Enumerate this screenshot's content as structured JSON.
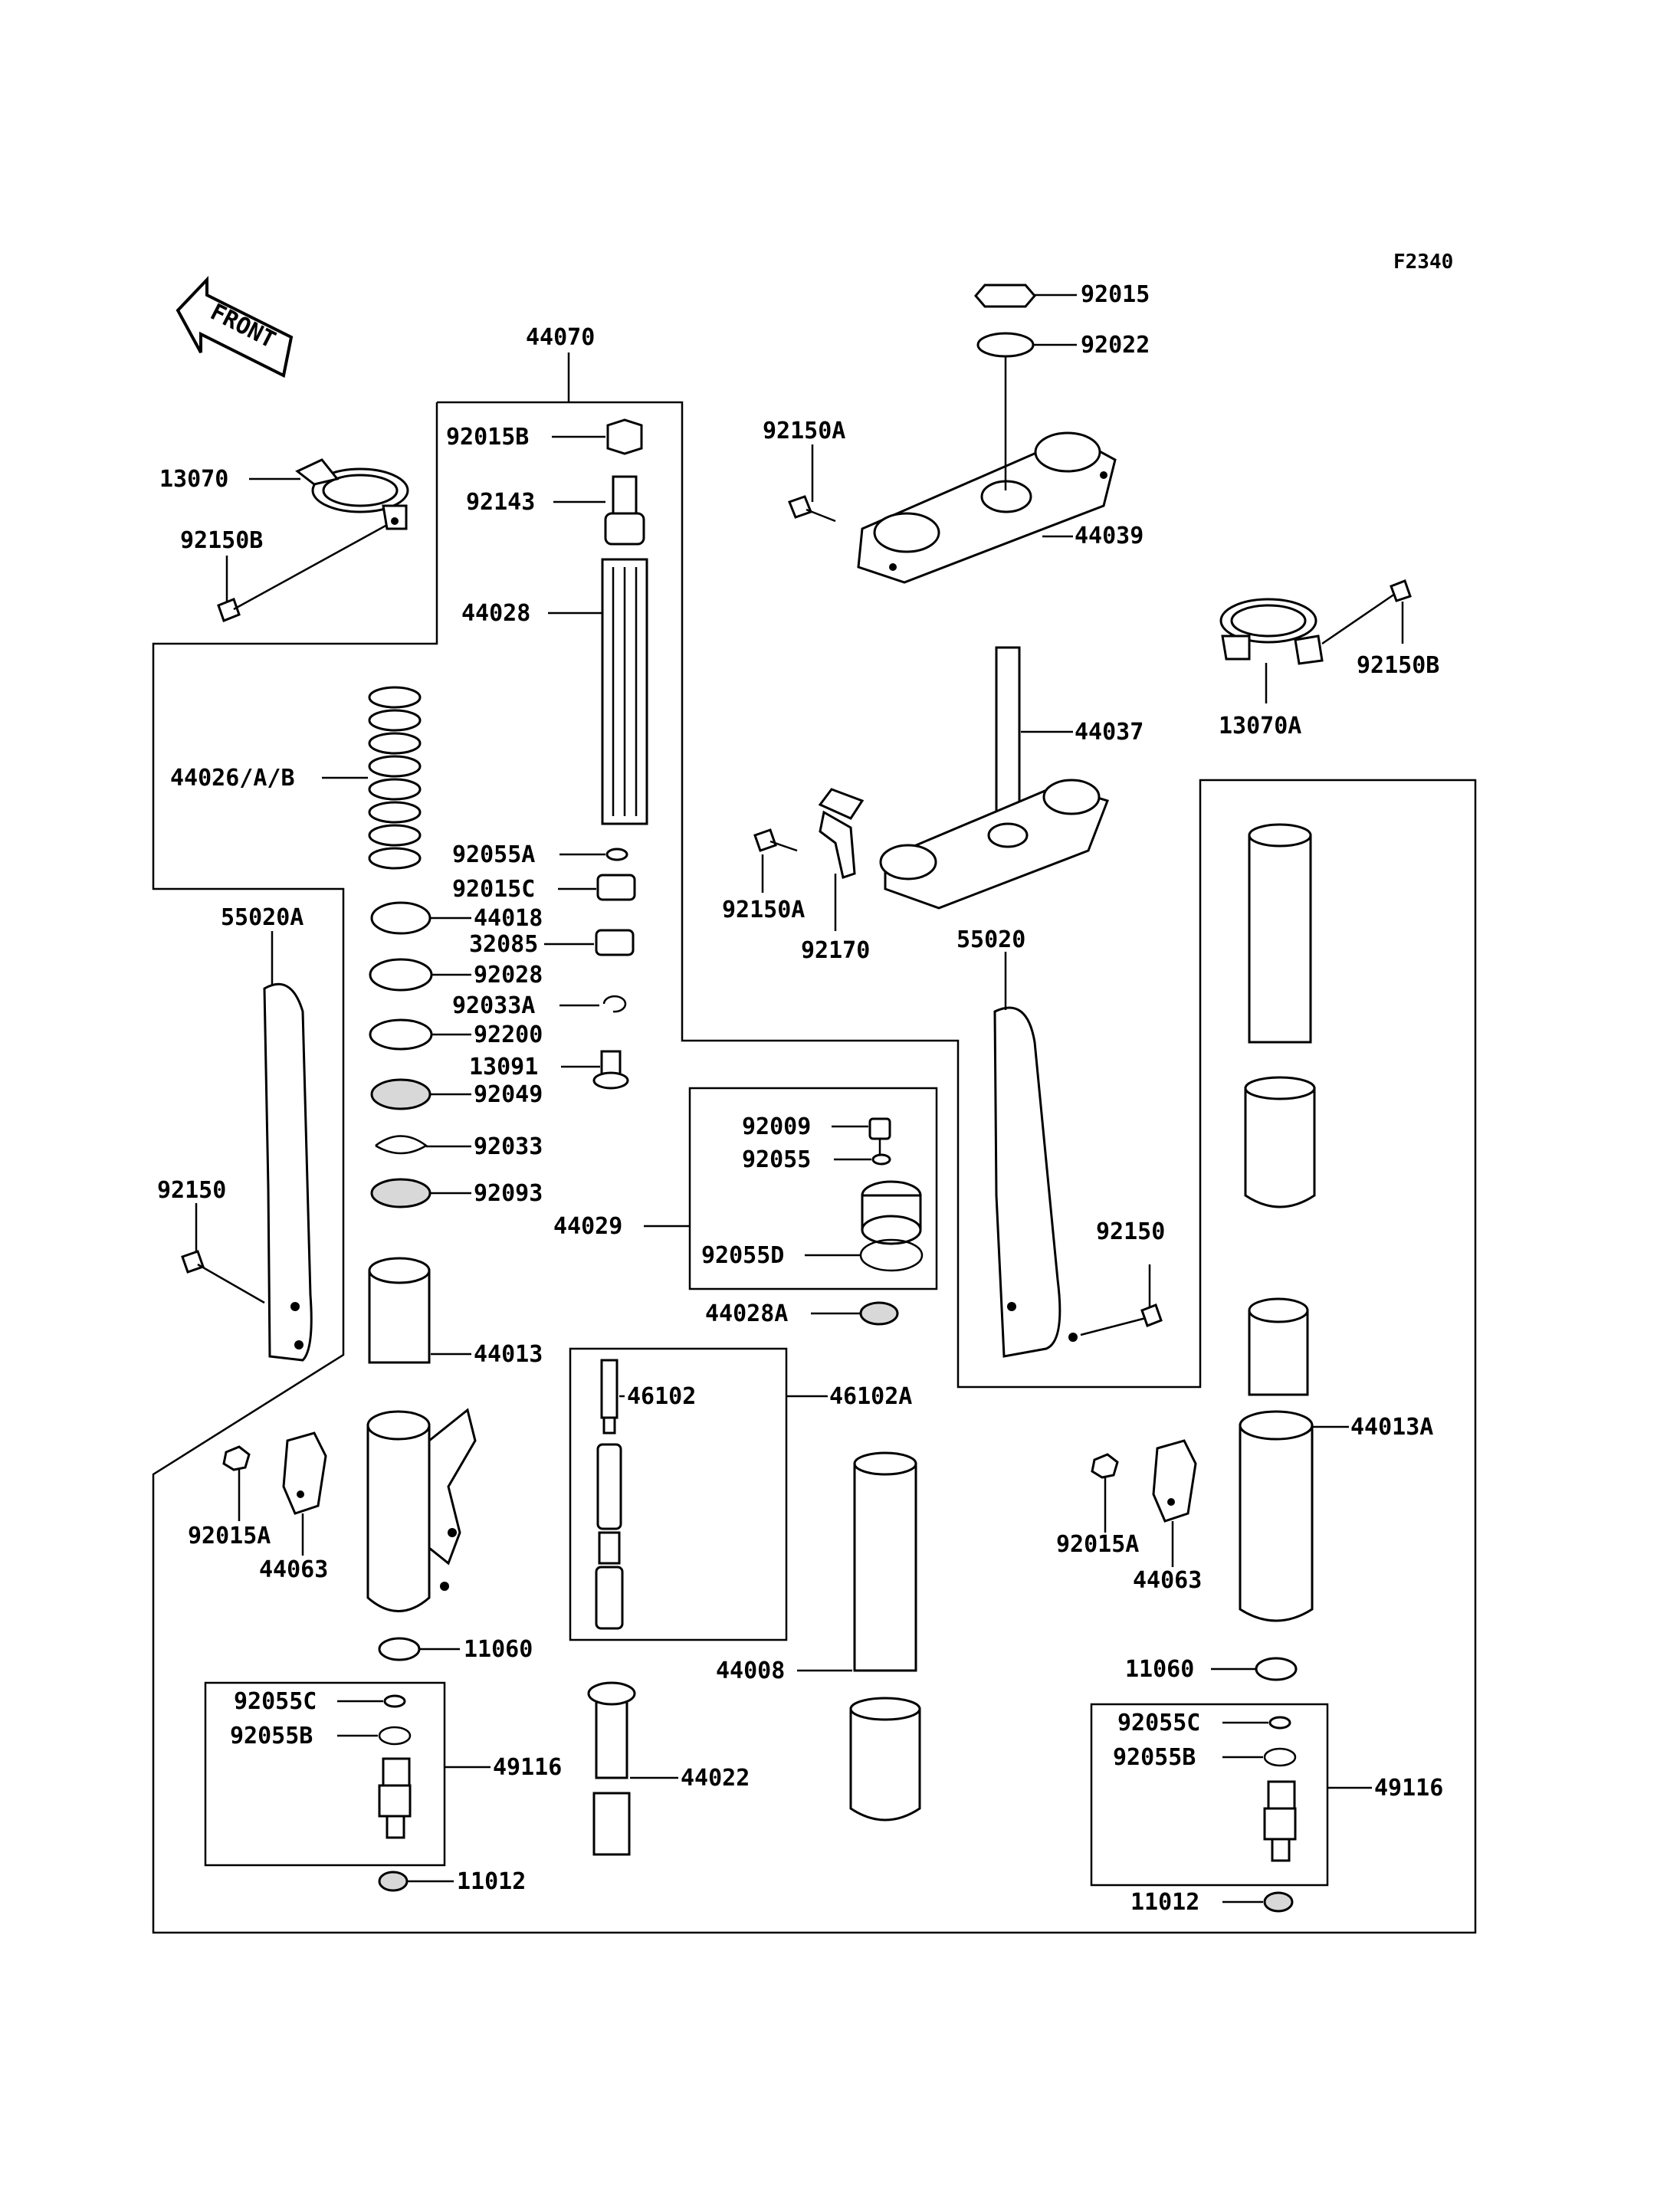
{
  "diagram_code": "F2340",
  "front_label": "FRONT",
  "labels": {
    "l44070": "44070",
    "l92015": "92015",
    "l92022": "92022",
    "l92150A_top": "92150A",
    "l44039": "44039",
    "l92015B": "92015B",
    "l92143": "92143",
    "l13070": "13070",
    "l92150B_left": "92150B",
    "l44028": "44028",
    "l92150B_right": "92150B",
    "l13070A": "13070A",
    "l44037": "44037",
    "l44026": "44026/A/B",
    "l92055A": "92055A",
    "l92015C": "92015C",
    "l44018": "44018",
    "l32085": "32085",
    "l92028": "92028",
    "l92033A": "92033A",
    "l92200": "92200",
    "l13091": "13091",
    "l92049": "92049",
    "l92033": "92033",
    "l92093": "92093",
    "l92150A_mid": "92150A",
    "l92170": "92170",
    "l55020A": "55020A",
    "l55020": "55020",
    "l92150_left": "92150",
    "l92150_right": "92150",
    "l92009": "92009",
    "l92055": "92055",
    "l44029": "44029",
    "l92055D": "92055D",
    "l44028A": "44028A",
    "l44013": "44013",
    "l46102": "46102",
    "l46102A": "46102A",
    "l44013A": "44013A",
    "l92015A_left": "92015A",
    "l44063_left": "44063",
    "l92015A_right": "92015A",
    "l44063_right": "44063",
    "l11060_left": "11060",
    "l11060_right": "11060",
    "l44008": "44008",
    "l92055C_left": "92055C",
    "l92055B_left": "92055B",
    "l49116_left": "49116",
    "l44022": "44022",
    "l11012_left": "11012",
    "l92055C_right": "92055C",
    "l92055B_right": "92055B",
    "l49116_right": "49116",
    "l11012_right": "11012"
  }
}
